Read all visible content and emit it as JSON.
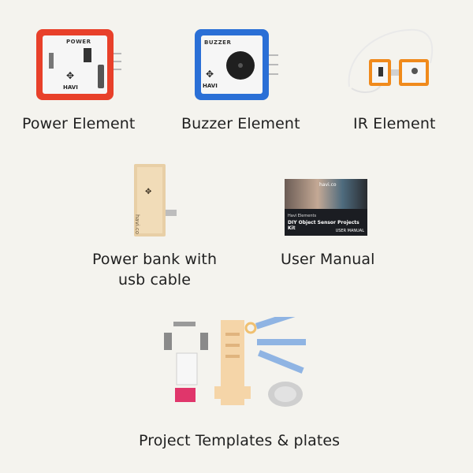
{
  "items": [
    {
      "caption": "Power Element",
      "module_label": "POWER",
      "brand": "HAVI",
      "color": "#e8402a"
    },
    {
      "caption": "Buzzer Element",
      "module_label": "BUZZER",
      "brand": "HAVI",
      "color": "#2a6fd6"
    },
    {
      "caption": "IR Element",
      "color": "#f08a1c"
    },
    {
      "caption_line1": "Power bank with",
      "caption_line2": "usb cable",
      "brand": "havi.co"
    },
    {
      "caption": "User Manual",
      "cover_site": "havi.co",
      "cover_sub": "Havi Elements",
      "cover_title": "DIY Object Sensor Projects Kit",
      "cover_tag": "USER MANUAL"
    },
    {
      "caption": "Project Templates & plates"
    }
  ]
}
